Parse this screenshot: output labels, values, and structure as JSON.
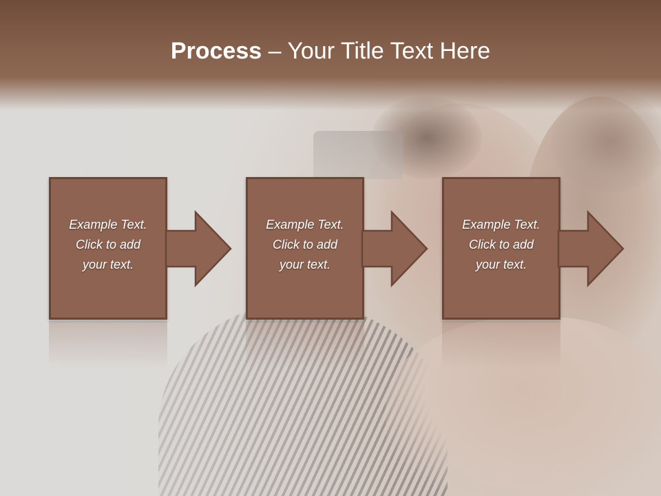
{
  "slide": {
    "title_bold": "Process",
    "title_rest": " – Your Title Text Here"
  },
  "steps": [
    {
      "line1": "Example Text.",
      "line2": "Click  to add",
      "line3": "your text."
    },
    {
      "line1": "Example Text.",
      "line2": "Click  to add",
      "line3": "your text."
    },
    {
      "line1": "Example Text.",
      "line2": "Click  to add",
      "line3": "your text."
    }
  ],
  "colors": {
    "box_fill": "#8e6352",
    "box_border": "#6a4638",
    "title_band": "#85604c"
  }
}
